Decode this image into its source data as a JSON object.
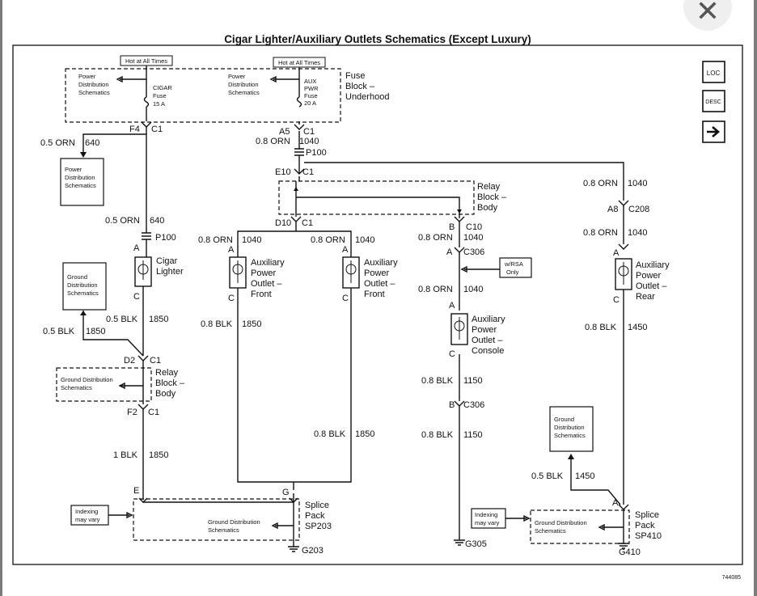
{
  "title": "Cigar Lighter/Auxiliary Outlets Schematics (Except Luxury)",
  "figure_number": "744085",
  "nav": {
    "loc": "LOC",
    "desc": "DESC",
    "next": "next-arrow-icon"
  },
  "hot": "Hot at All Times",
  "pds": [
    "Power",
    "Distribution",
    "Schematics"
  ],
  "gds": [
    "Ground",
    "Distribution",
    "Schematics"
  ],
  "gds_inline": [
    "Ground Distribution",
    "Schematics"
  ],
  "indexing": [
    "Indexing",
    "may vary"
  ],
  "rsa": [
    "w/RSA",
    "Only"
  ],
  "fuse_cigar": [
    "CIGAR",
    "Fuse",
    "15 A"
  ],
  "fuse_aux": [
    "AUX",
    "PWR",
    "Fuse",
    "20 A"
  ],
  "fuse_block": [
    "Fuse",
    "Block –",
    "Underhood"
  ],
  "relay_block": [
    "Relay",
    "Block –",
    "Body"
  ],
  "cigar_lighter": [
    "Cigar",
    "Lighter"
  ],
  "apo_front": [
    "Auxiliary",
    "Power",
    "Outlet –",
    "Front"
  ],
  "apo_console": [
    "Auxiliary",
    "Power",
    "Outlet –",
    "Console"
  ],
  "apo_rear": [
    "Auxiliary",
    "Power",
    "Outlet –",
    "Rear"
  ],
  "splice_203": [
    "Splice",
    "Pack",
    "SP203"
  ],
  "splice_410": [
    "Splice",
    "Pack",
    "SP410"
  ],
  "grounds": {
    "g203": "G203",
    "g305": "G305",
    "g410": "G410"
  },
  "connectors": {
    "f4": "F4",
    "c1": "C1",
    "a5": "A5",
    "e10": "E10",
    "d10": "D10",
    "d2": "D2",
    "f2": "F2",
    "p100": "P100",
    "b": "B",
    "c10": "C10",
    "a": "A",
    "c": "C",
    "c306": "C306",
    "a8": "A8",
    "c208": "C208",
    "e": "E",
    "g": "G"
  },
  "wires": {
    "orn05_640": [
      "0.5 ORN",
      "640"
    ],
    "orn08_1040": [
      "0.8 ORN",
      "1040"
    ],
    "blk05_1850": [
      "0.5 BLK",
      "1850"
    ],
    "blk08_1850": [
      "0.8 BLK",
      "1850"
    ],
    "blk1_1850": [
      "1 BLK",
      "1850"
    ],
    "blk08_1150": [
      "0.8 BLK",
      "1150"
    ],
    "blk08_1450": [
      "0.8 BLK",
      "1450"
    ],
    "blk05_1450": [
      "0.5 BLK",
      "1450"
    ]
  }
}
